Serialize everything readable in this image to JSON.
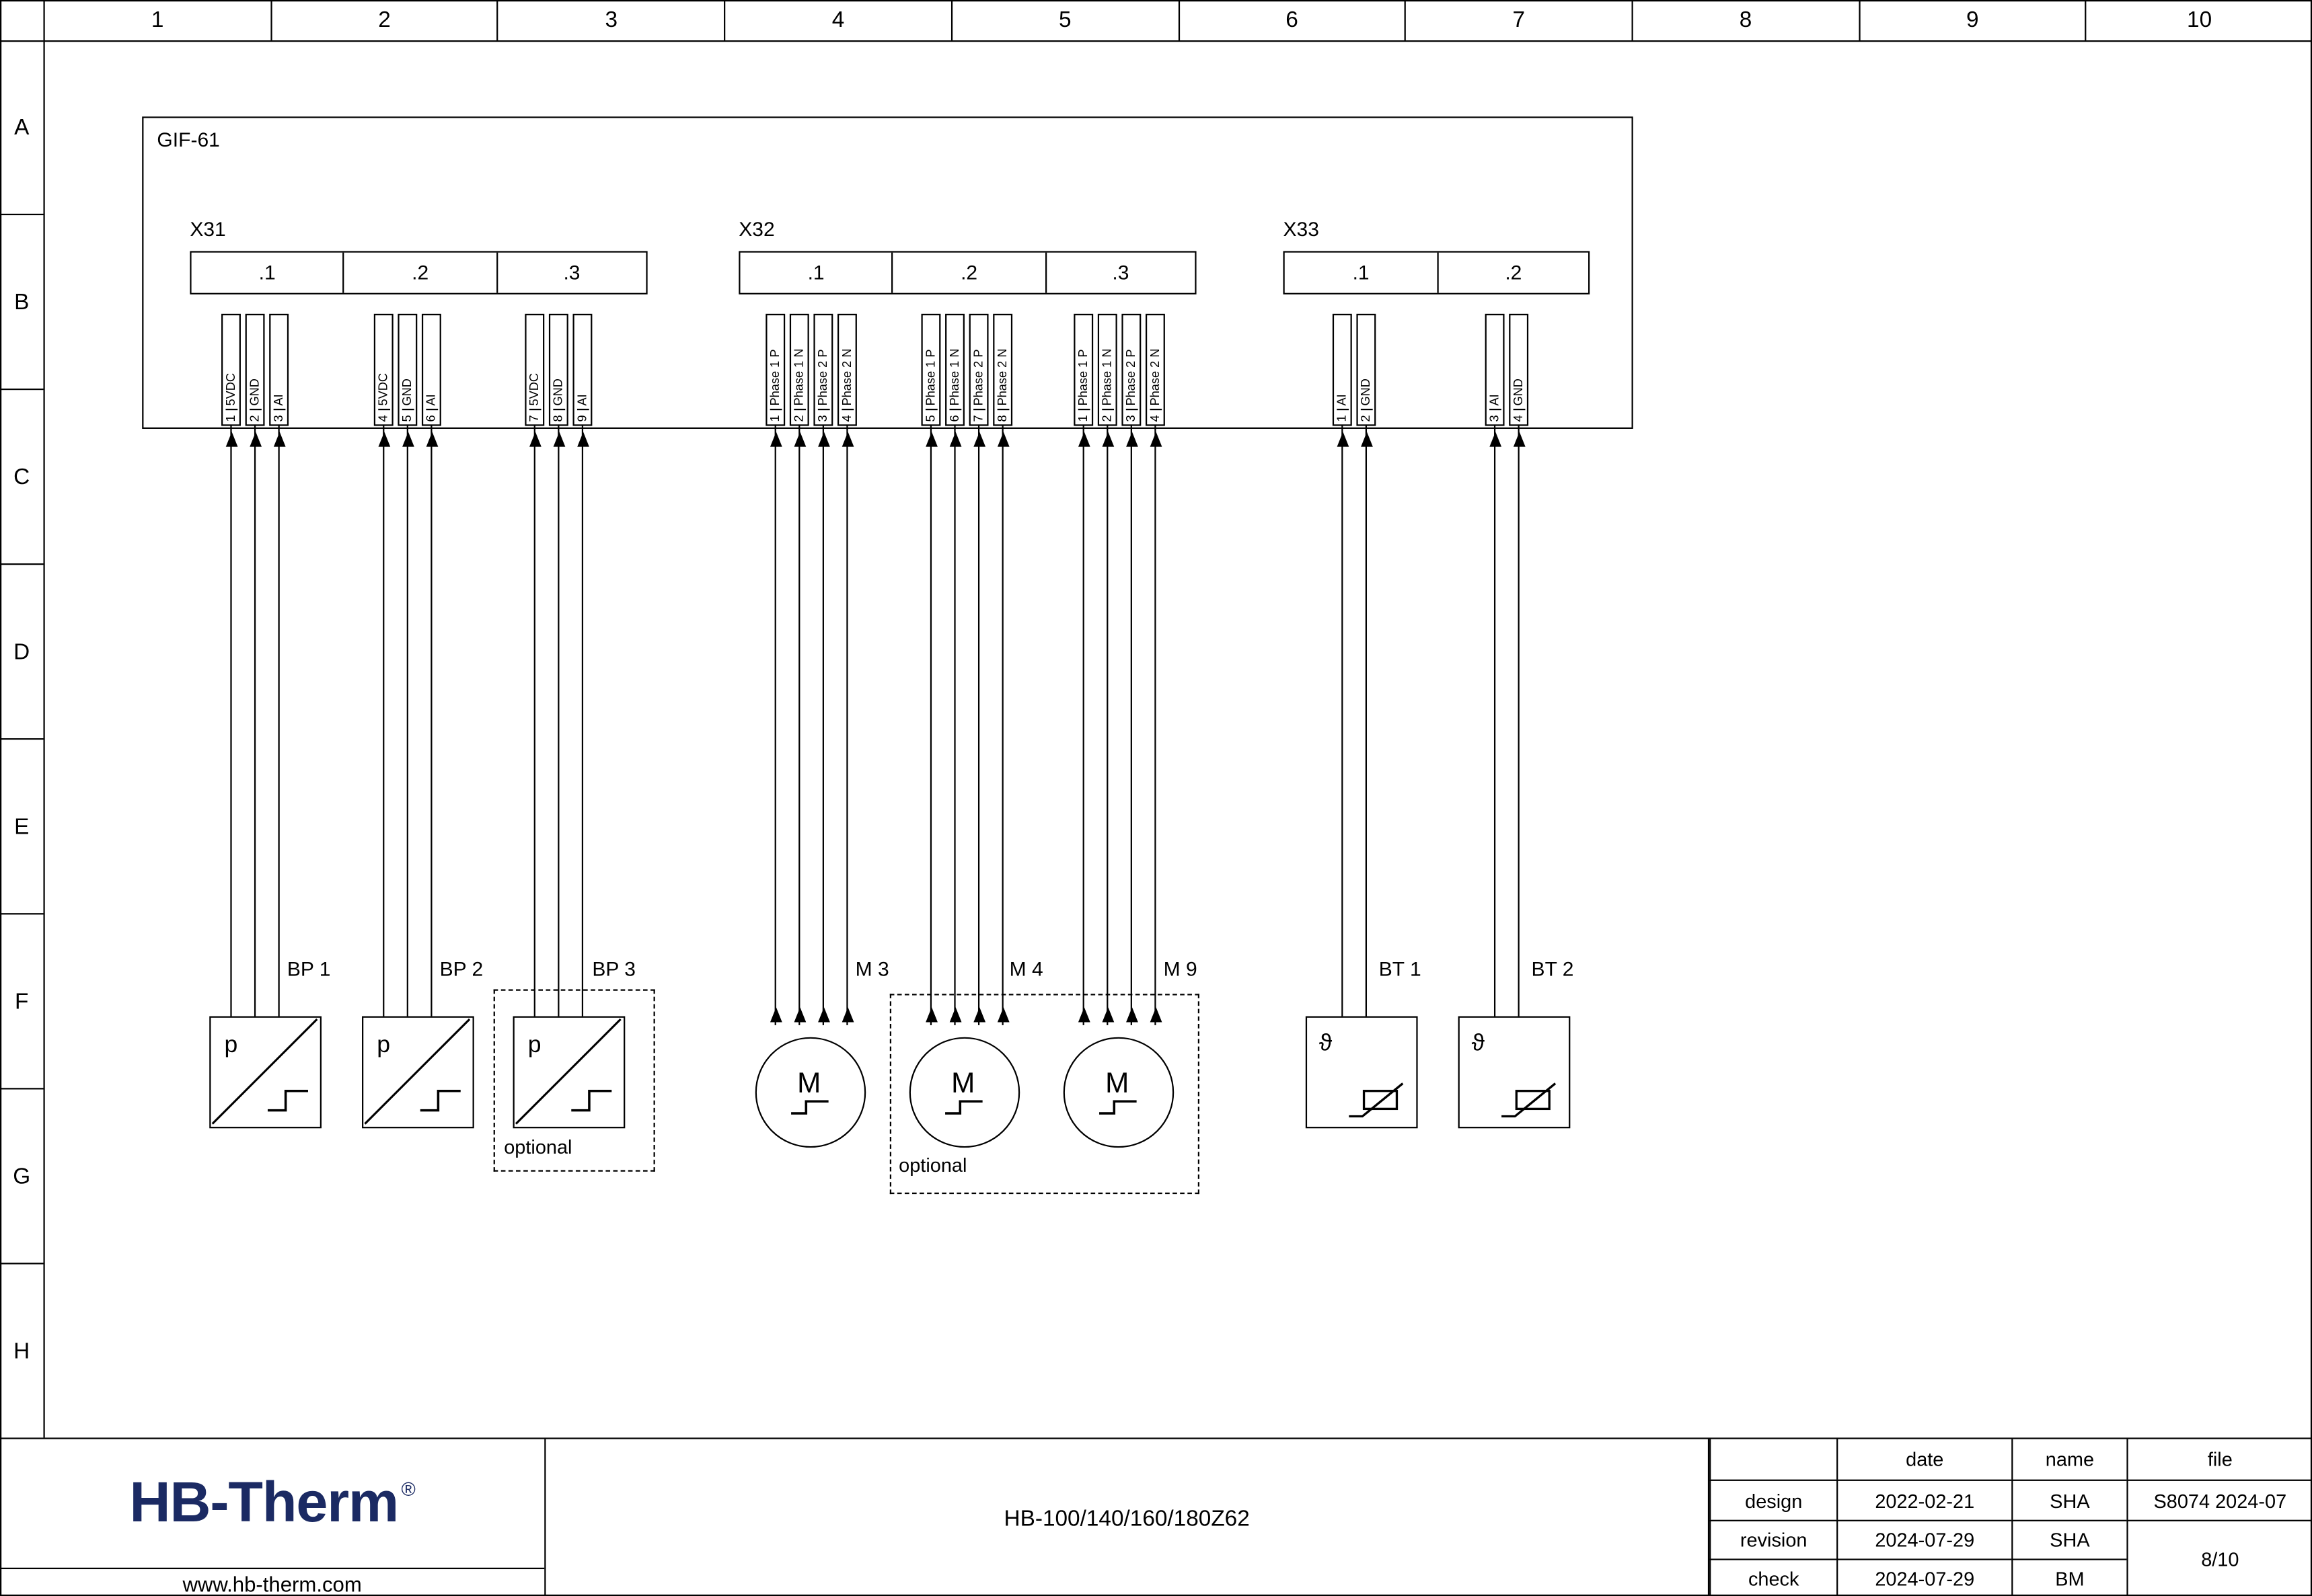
{
  "colors": {
    "line": "#000000",
    "logo": "#1b2a63"
  },
  "grid": {
    "cols": [
      "1",
      "2",
      "3",
      "4",
      "5",
      "6",
      "7",
      "8",
      "9",
      "10"
    ],
    "rows": [
      "A",
      "B",
      "C",
      "D",
      "E",
      "F",
      "G",
      "H"
    ]
  },
  "frame": {
    "label": "GIF-61"
  },
  "connectors": [
    {
      "name": "X31",
      "groups": [
        {
          "label": ".1",
          "pins": [
            {
              "n": "1",
              "sig": "5VDC"
            },
            {
              "n": "2",
              "sig": "GND"
            },
            {
              "n": "3",
              "sig": "AI"
            }
          ]
        },
        {
          "label": ".2",
          "pins": [
            {
              "n": "4",
              "sig": "5VDC"
            },
            {
              "n": "5",
              "sig": "GND"
            },
            {
              "n": "6",
              "sig": "AI"
            }
          ]
        },
        {
          "label": ".3",
          "pins": [
            {
              "n": "7",
              "sig": "5VDC"
            },
            {
              "n": "8",
              "sig": "GND"
            },
            {
              "n": "9",
              "sig": "AI"
            }
          ]
        }
      ]
    },
    {
      "name": "X32",
      "groups": [
        {
          "label": ".1",
          "pins": [
            {
              "n": "1",
              "sig": "Phase 1 P"
            },
            {
              "n": "2",
              "sig": "Phase 1 N"
            },
            {
              "n": "3",
              "sig": "Phase 2 P"
            },
            {
              "n": "4",
              "sig": "Phase 2 N"
            }
          ]
        },
        {
          "label": ".2",
          "pins": [
            {
              "n": "5",
              "sig": "Phase 1 P"
            },
            {
              "n": "6",
              "sig": "Phase 1 N"
            },
            {
              "n": "7",
              "sig": "Phase 2 P"
            },
            {
              "n": "8",
              "sig": "Phase 2 N"
            }
          ]
        },
        {
          "label": ".3",
          "pins": [
            {
              "n": "1",
              "sig": "Phase 1 P"
            },
            {
              "n": "2",
              "sig": "Phase 1 N"
            },
            {
              "n": "3",
              "sig": "Phase 2 P"
            },
            {
              "n": "4",
              "sig": "Phase 2 N"
            }
          ]
        }
      ]
    },
    {
      "name": "X33",
      "groups": [
        {
          "label": ".1",
          "pins": [
            {
              "n": "1",
              "sig": "AI"
            },
            {
              "n": "2",
              "sig": "GND"
            }
          ]
        },
        {
          "label": ".2",
          "pins": [
            {
              "n": "3",
              "sig": "AI"
            },
            {
              "n": "4",
              "sig": "GND"
            }
          ]
        }
      ]
    }
  ],
  "devices": {
    "bp1": {
      "label": "BP 1",
      "symbol": "p"
    },
    "bp2": {
      "label": "BP 2",
      "symbol": "p"
    },
    "bp3": {
      "label": "BP 3",
      "symbol": "p",
      "note": "optional"
    },
    "m3": {
      "label": "M 3",
      "symbol": "M"
    },
    "m4": {
      "label": "M 4",
      "symbol": "M"
    },
    "m9": {
      "label": "M 9",
      "symbol": "M"
    },
    "motors_note": "optional",
    "bt1": {
      "label": "BT 1",
      "symbol": "ϑ"
    },
    "bt2": {
      "label": "BT 2",
      "symbol": "ϑ"
    }
  },
  "title_block": {
    "logo": "HB-Therm",
    "logo_reg": "®",
    "website": "www.hb-therm.com",
    "doc_title": "HB-100/140/160/180Z62",
    "headers": {
      "date": "date",
      "name": "name",
      "file": "file"
    },
    "rows": [
      {
        "label": "design",
        "date": "2022-02-21",
        "name": "SHA"
      },
      {
        "label": "revision",
        "date": "2024-07-29",
        "name": "SHA"
      },
      {
        "label": "check",
        "date": "2024-07-29",
        "name": "BM"
      }
    ],
    "file_ref": "S8074 2024-07",
    "page": "8/10"
  }
}
